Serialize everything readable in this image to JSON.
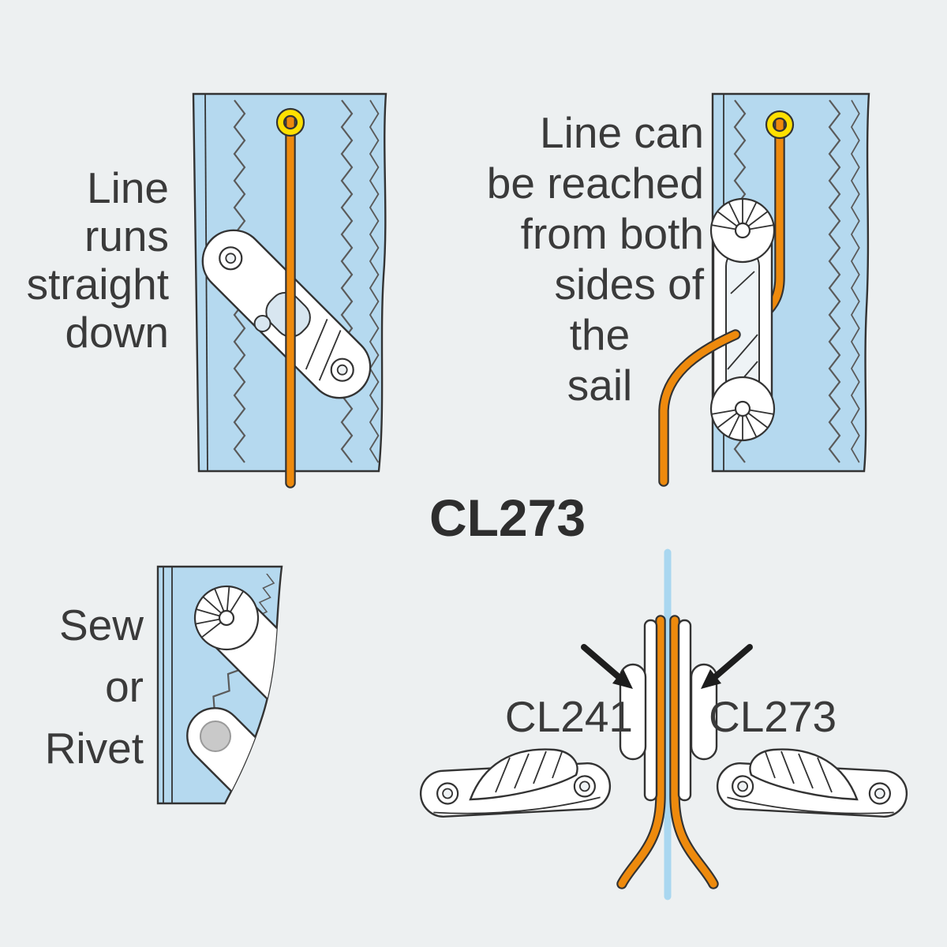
{
  "page": {
    "background": "#edf0f1"
  },
  "palette": {
    "sail_blue": "#b5d9ef",
    "line_orange": "#ee8a0d",
    "grommet_yellow": "#ffe000",
    "outline_dark": "#333333",
    "stitch_gray": "#5a5a5a",
    "rivet_gray": "#c9c9c9",
    "text": "#3a3a3a"
  },
  "icons": {
    "grommet": "yellow-ring",
    "stitch_fan": "radial-thread-fan",
    "rivet": "filled-gray-circle",
    "pointer_arrow": "solid-triangle-arrow",
    "zigzag_stitch": "zigzag-line"
  },
  "title": "CL273",
  "annotations": {
    "top_left": {
      "lines": [
        "Line",
        "runs",
        "straight",
        "down"
      ]
    },
    "top_right": {
      "lines": [
        "Line can",
        "be reached",
        "from both",
        "sides of",
        "the",
        "sail"
      ]
    },
    "bottom_left": {
      "lines": [
        "Sew",
        "or",
        "Rivet"
      ]
    },
    "cleat_left_label": "CL241",
    "cleat_right_label": "CL273"
  }
}
